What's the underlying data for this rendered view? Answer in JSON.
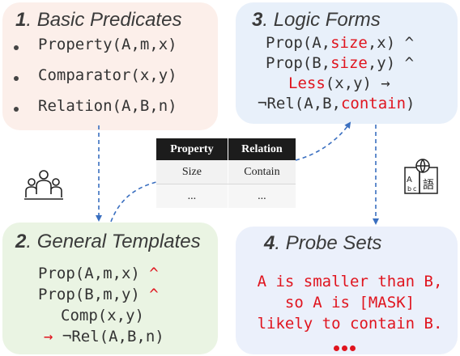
{
  "panel1": {
    "title_num": "1",
    "title_text": ". Basic Predicates",
    "items": [
      "Property(A,m,x)",
      "Comparator(x,y)",
      "Relation(A,B,n)"
    ]
  },
  "panel2": {
    "title_num": "2",
    "title_text": ". General Templates",
    "line1": "Prop(A,m,x)",
    "line1_op": "^",
    "line2": "Prop(B,m,y)",
    "line2_op": "^",
    "line3": "Comp(x,y)",
    "line4_arrow": "→",
    "line4": "¬Rel(A,B,n)"
  },
  "panel3": {
    "title_num": "3",
    "title_text": ". Logic Forms",
    "l1_a": "Prop(A,",
    "l1_b": "size",
    "l1_c": ",x) ^",
    "l2_a": "Prop(B,",
    "l2_b": "size",
    "l2_c": ",y) ^",
    "l3_a": "Less",
    "l3_b": "(x,y) →",
    "l4_a": "¬Rel(A,B,",
    "l4_b": "contain",
    "l4_c": ")"
  },
  "panel4": {
    "title_num": "4",
    "title_text": ". Probe Sets",
    "lines": [
      "A is smaller than B,",
      "so A is [MASK]",
      "likely to contain B."
    ]
  },
  "table": {
    "headers": [
      "Property",
      "Relation"
    ],
    "rows": [
      [
        "Size",
        "Contain"
      ],
      [
        "...",
        "..."
      ]
    ]
  },
  "icons": {
    "people": "people-group-icon",
    "translate": "language-translate-icon"
  },
  "colors": {
    "red": "#e0141e",
    "arrow": "#3a6fc0",
    "box1": "#fcefea",
    "box2": "#eaf4e3",
    "box3": "#e8f0fa",
    "box4": "#ebf0fb"
  }
}
